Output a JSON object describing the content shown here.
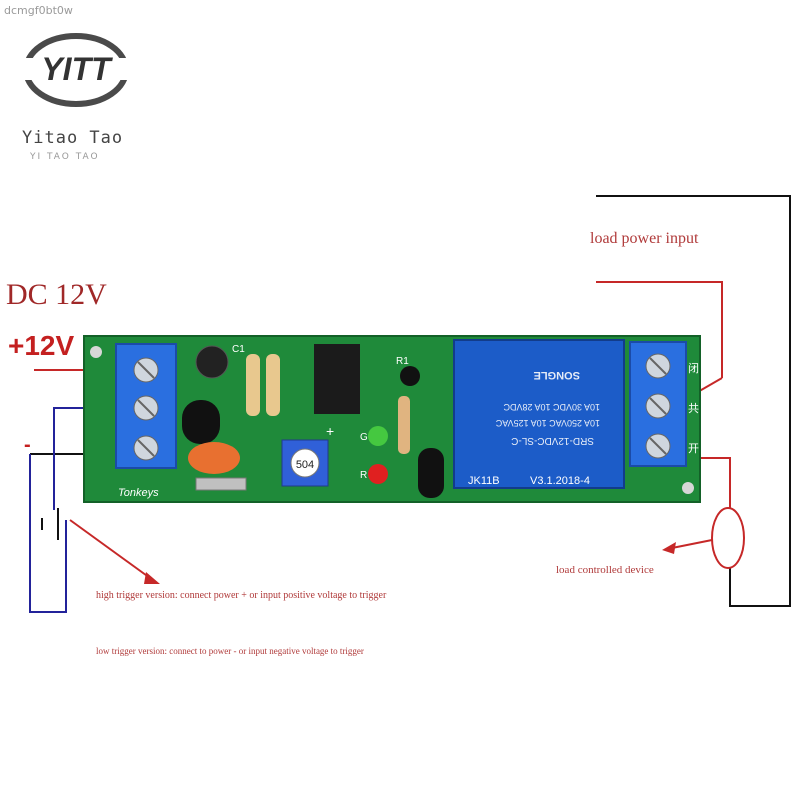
{
  "watermark": "dcmgf0bt0w",
  "brand": {
    "logo_text": "YITT",
    "name": "Yitao Tao",
    "subtitle": "YI TAO TAO"
  },
  "labels": {
    "supply": "DC 12V",
    "positive": "+12V",
    "negative": "-",
    "load_power": "load power input",
    "load_device": "load controlled device"
  },
  "board": {
    "brand_print": "Tonkeys",
    "version_print": "V3.1.2018-4",
    "model_print": "JK11B",
    "relay_text": [
      "SRD-12VDC-SL-C",
      "10A 250VAC  10A 125VAC",
      "10A 30VDC  10A 28VDC",
      "SONGLE"
    ],
    "relay_terminal_labels": [
      "闭",
      "共",
      "开"
    ],
    "pot_text": "504",
    "component_labels": [
      "C1",
      "R1",
      "G",
      "R",
      "+"
    ]
  },
  "notes": {
    "high_trigger": "high trigger version: connect power + or input positive voltage to trigger",
    "low_trigger": "low trigger version: connect to power - or input negative voltage to trigger"
  },
  "colors": {
    "pcb": "#1f8a3a",
    "relay": "#1c5cc8",
    "terminal": "#2a6fe0",
    "annotation": "#b03a3a",
    "wire_red": "#c62828",
    "wire_blue": "#23239a"
  }
}
